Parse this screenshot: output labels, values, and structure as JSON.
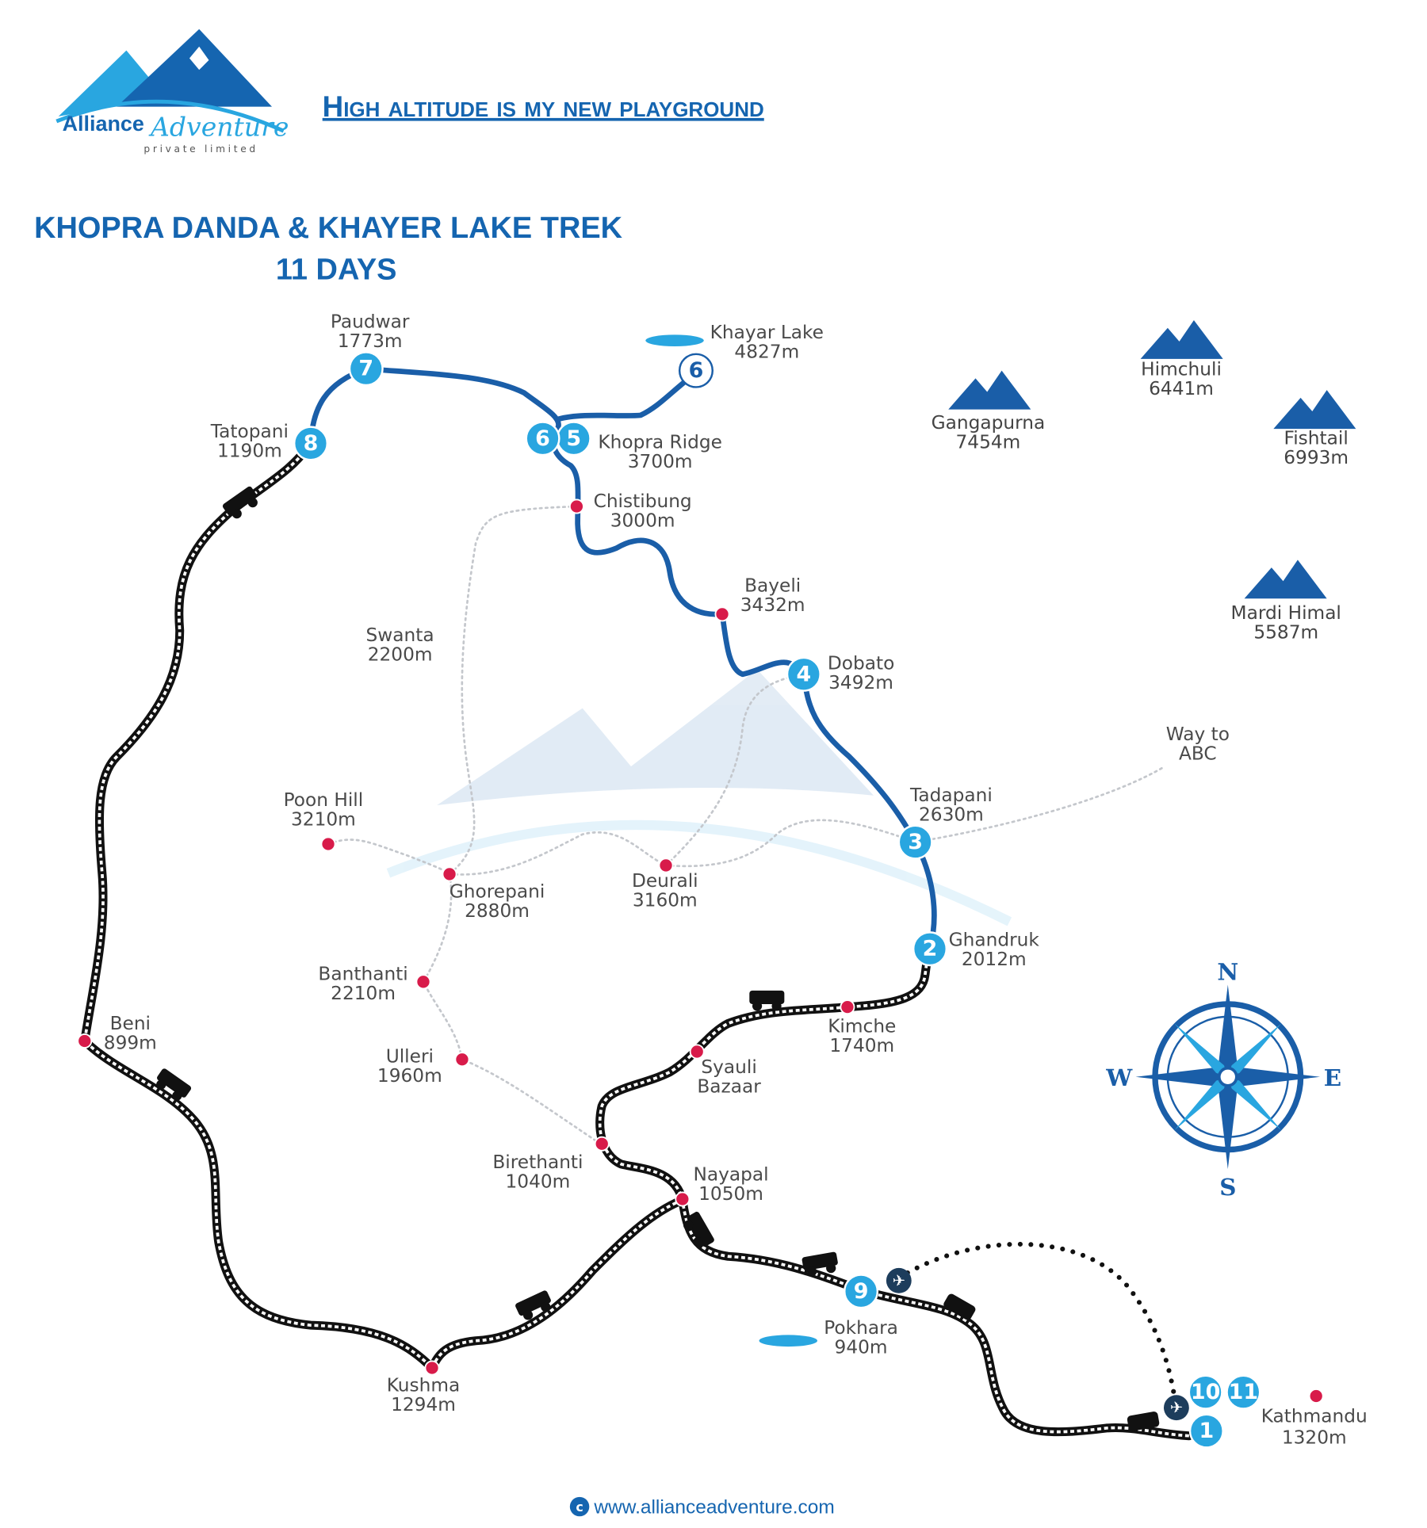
{
  "brand": {
    "logo_text_1": "Alliance",
    "logo_text_2": "Adventure",
    "logo_sub": "private limited",
    "tagline": "High altitude is my new playground"
  },
  "title": {
    "line1": "KHOPRA DANDA & KHAYER LAKE TREK",
    "line2": "11 DAYS"
  },
  "places": {
    "paudwar": {
      "name": "Paudwar",
      "alt": "1773m"
    },
    "khayar": {
      "name": "Khayar Lake",
      "alt": "4827m"
    },
    "tatopani": {
      "name": "Tatopani",
      "alt": "1190m"
    },
    "khopra": {
      "name": "Khopra Ridge",
      "alt": "3700m"
    },
    "chistibung": {
      "name": "Chistibung",
      "alt": "3000m"
    },
    "bayeli": {
      "name": "Bayeli",
      "alt": "3432m"
    },
    "swanta": {
      "name": "Swanta",
      "alt": "2200m"
    },
    "dobato": {
      "name": "Dobato",
      "alt": "3492m"
    },
    "abc": {
      "name": "Way to",
      "alt": "ABC"
    },
    "poonhill": {
      "name": "Poon Hill",
      "alt": "3210m"
    },
    "tadapani": {
      "name": "Tadapani",
      "alt": "2630m"
    },
    "ghorepani": {
      "name": "Ghorepani",
      "alt": "2880m"
    },
    "deurali": {
      "name": "Deurali",
      "alt": "3160m"
    },
    "ghandruk": {
      "name": "Ghandruk",
      "alt": "2012m"
    },
    "banthanti": {
      "name": "Banthanti",
      "alt": "2210m"
    },
    "beni": {
      "name": "Beni",
      "alt": "899m"
    },
    "kimche": {
      "name": "Kimche",
      "alt": "1740m"
    },
    "ulleri": {
      "name": "Ulleri",
      "alt": "1960m"
    },
    "syauli": {
      "name": "Syauli",
      "alt": "Bazaar"
    },
    "birethanti": {
      "name": "Birethanti",
      "alt": "1040m"
    },
    "nayapal": {
      "name": "Nayapal",
      "alt": "1050m"
    },
    "pokhara": {
      "name": "Pokhara",
      "alt": "940m"
    },
    "kushma": {
      "name": "Kushma",
      "alt": "1294m"
    },
    "kathmandu": {
      "name": "Kathmandu",
      "alt": "1320m"
    }
  },
  "peaks": {
    "himchuli": {
      "name": "Himchuli",
      "alt": "6441m"
    },
    "gangapurna": {
      "name": "Gangapurna",
      "alt": "7454m"
    },
    "fishtail": {
      "name": "Fishtail",
      "alt": "6993m"
    },
    "mardi": {
      "name": "Mardi Himal",
      "alt": "5587m"
    }
  },
  "days": [
    "1",
    "2",
    "3",
    "4",
    "5",
    "6",
    "6",
    "7",
    "8",
    "9",
    "10",
    "11"
  ],
  "compass": {
    "n": "N",
    "s": "S",
    "e": "E",
    "w": "W"
  },
  "footer": {
    "icon": "c",
    "url": "www.allianceadventure.com"
  },
  "colors": {
    "brand_blue": "#1565b0",
    "day_blue": "#29a6e0",
    "trek_blue": "#1a5ea8",
    "stop_red": "#d81b4a"
  }
}
